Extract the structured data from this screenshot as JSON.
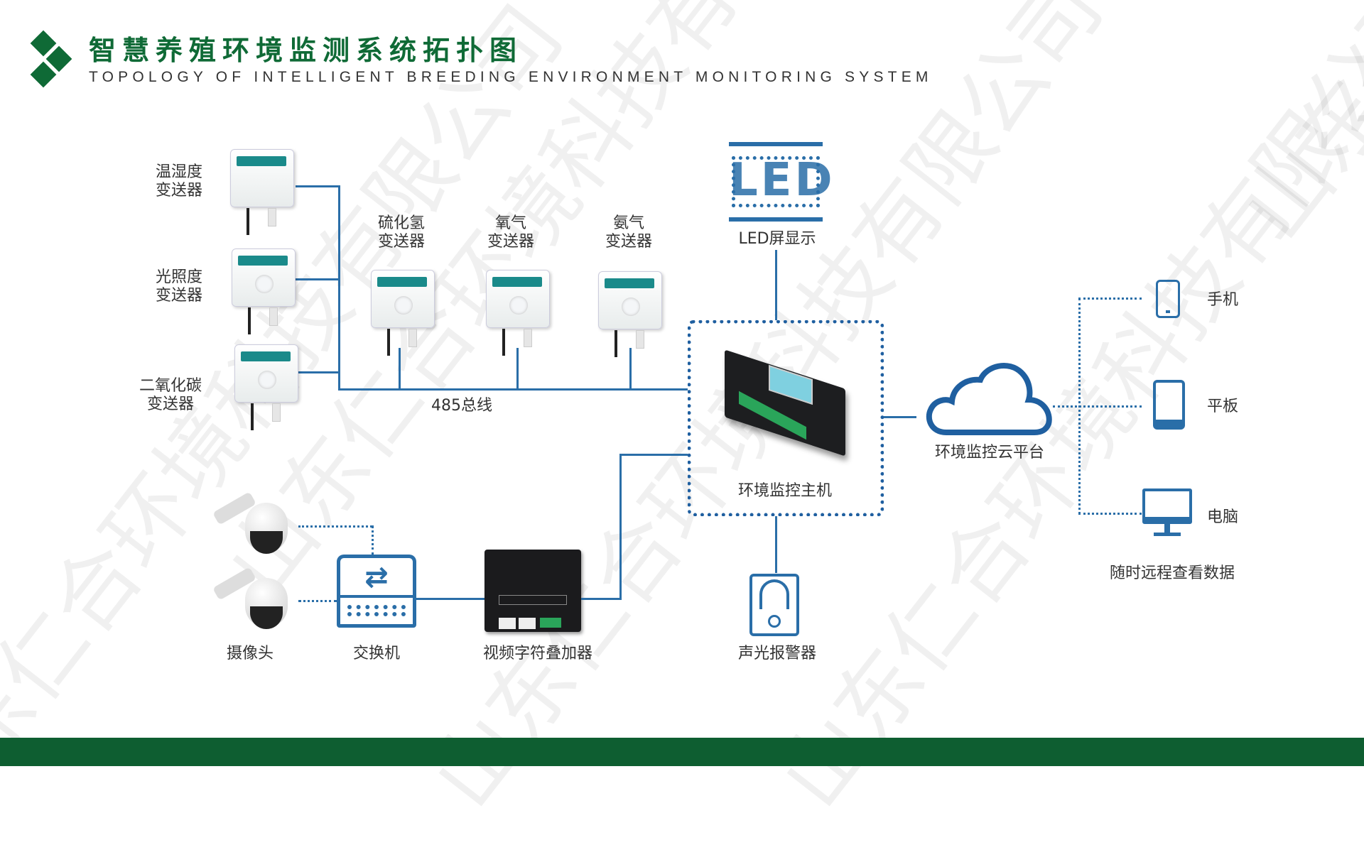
{
  "header": {
    "title": "智慧养殖环境监测系统拓扑图",
    "subtitle": "TOPOLOGY OF INTELLIGENT BREEDING ENVIRONMENT MONITORING SYSTEM"
  },
  "sensors": {
    "temp_humidity": "温湿度\n变送器",
    "temp_humidity_1": "温湿度",
    "temp_humidity_2": "变送器",
    "light_1": "光照度",
    "light_2": "变送器",
    "co2_1": "二氧化碳",
    "co2_2": "变送器",
    "h2s_1": "硫化氢",
    "h2s_2": "变送器",
    "o2_1": "氧气",
    "o2_2": "变送器",
    "nh3_1": "氨气",
    "nh3_2": "变送器"
  },
  "bus_label": "485总线",
  "led": {
    "label": "LED屏显示",
    "icon_text": "LED"
  },
  "host": {
    "label": "环境监控主机"
  },
  "cloud": {
    "label": "环境监控云平台"
  },
  "clients": {
    "phone": "手机",
    "tablet": "平板",
    "pc": "电脑",
    "note": "随时远程查看数据"
  },
  "alarm": {
    "label": "声光报警器"
  },
  "video": {
    "camera": "摄像头",
    "switch": "交换机",
    "overlay": "视频字符叠加器"
  },
  "watermark": "山东仁合环境科技有限公司",
  "colors": {
    "brand_green": "#0f6a36",
    "line_blue": "#2a6ea8"
  }
}
